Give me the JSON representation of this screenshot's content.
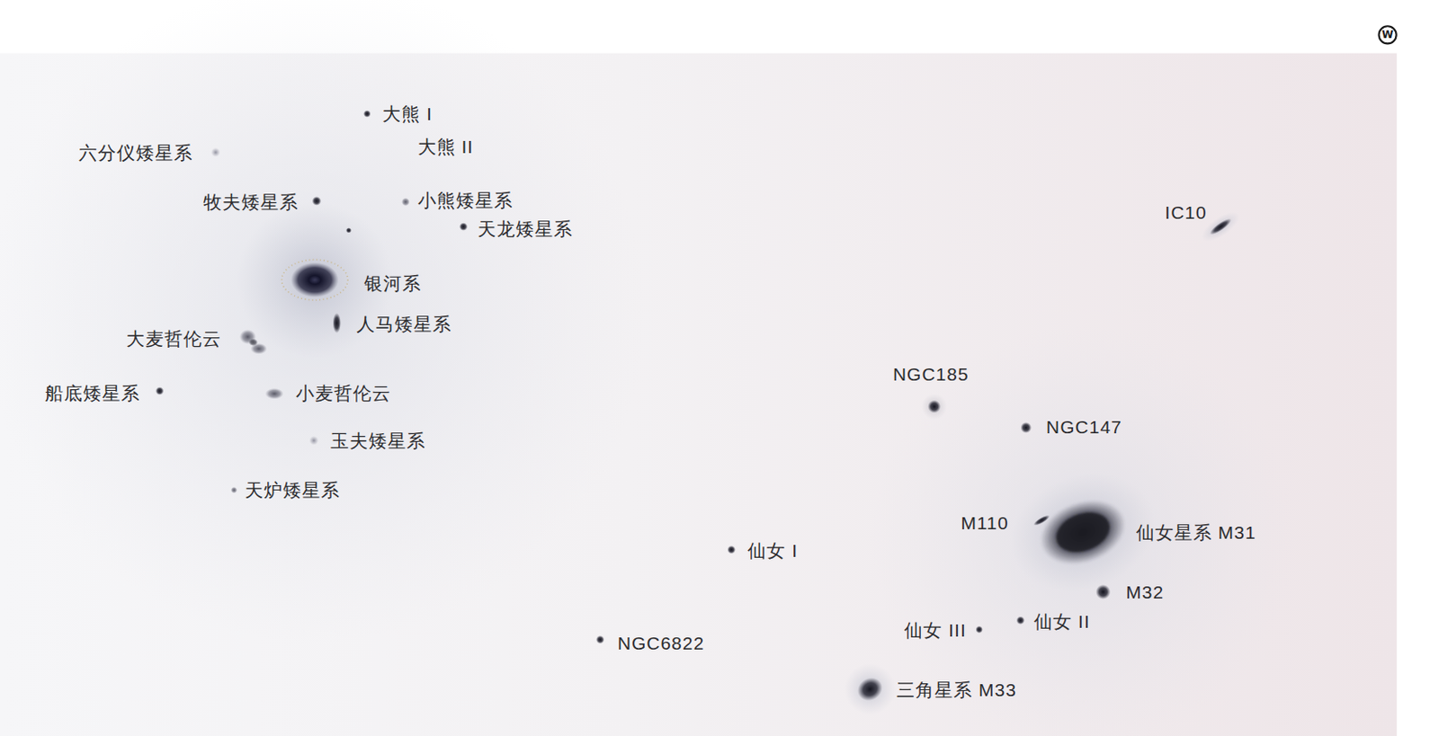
{
  "diagram": {
    "nodes": [
      {
        "text": [
          "大熊 I"
        ]
      },
      {
        "text": [
          "六分仪矮星系"
        ]
      },
      {
        "text": [
          "大熊 II"
        ]
      },
      {
        "text": [
          "牧夫矮星系"
        ]
      },
      {
        "text": [
          "小熊矮星系"
        ]
      },
      {
        "text": [
          "天龙矮星系"
        ]
      },
      {
        "text": [
          "IC10"
        ]
      },
      {
        "text": [
          "银河系"
        ]
      },
      {
        "text": [
          "人马矮星系"
        ]
      },
      {
        "text": [
          "大麦哲伦云"
        ]
      },
      {
        "text": [
          "NGC185"
        ]
      },
      {
        "text": [
          "船底矮星系"
        ]
      },
      {
        "text": [
          "小麦哲伦云"
        ]
      },
      {
        "text": [
          "NGC147"
        ]
      },
      {
        "text": [
          "玉夫矮星系"
        ]
      },
      {
        "text": [
          "天炉矮星系"
        ]
      },
      {
        "text": [
          "M110"
        ]
      },
      {
        "text": [
          "仙女星系 M31"
        ]
      },
      {
        "text": [
          "仙女 I"
        ]
      },
      {
        "text": [
          "M32"
        ]
      },
      {
        "text": [
          "仙女 II"
        ]
      },
      {
        "text": [
          "仙女 III"
        ]
      },
      {
        "text": [
          "NGC6822"
        ]
      },
      {
        "text": [
          "三角星系 M33"
        ]
      }
    ],
    "labels": [
      "W"
    ]
  }
}
